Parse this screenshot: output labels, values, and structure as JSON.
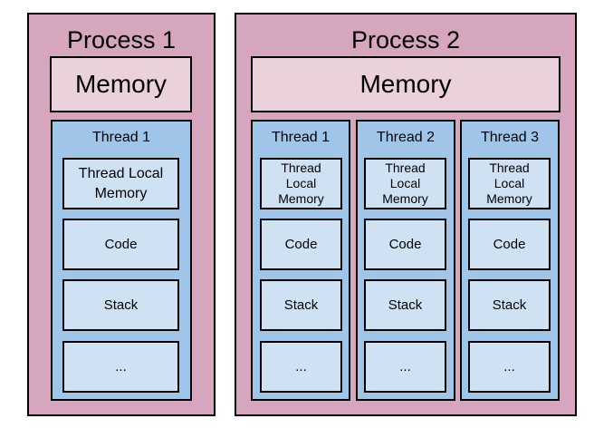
{
  "processes": [
    {
      "title": "Process 1",
      "memory": "Memory",
      "threads": [
        {
          "title": "Thread 1",
          "local_memory": "Thread Local\nMemory",
          "code": "Code",
          "stack": "Stack",
          "more": "..."
        }
      ]
    },
    {
      "title": "Process 2",
      "memory": "Memory",
      "threads": [
        {
          "title": "Thread 1",
          "local_memory": "Thread\nLocal\nMemory",
          "code": "Code",
          "stack": "Stack",
          "more": "..."
        },
        {
          "title": "Thread 2",
          "local_memory": "Thread\nLocal\nMemory",
          "code": "Code",
          "stack": "Stack",
          "more": "..."
        },
        {
          "title": "Thread 3",
          "local_memory": "Thread\nLocal\nMemory",
          "code": "Code",
          "stack": "Stack",
          "more": "..."
        }
      ]
    }
  ],
  "colors": {
    "process": "#d5a6bd",
    "memory": "#ead1dc",
    "thread": "#9fc5e8",
    "cell": "#cfe2f3"
  }
}
